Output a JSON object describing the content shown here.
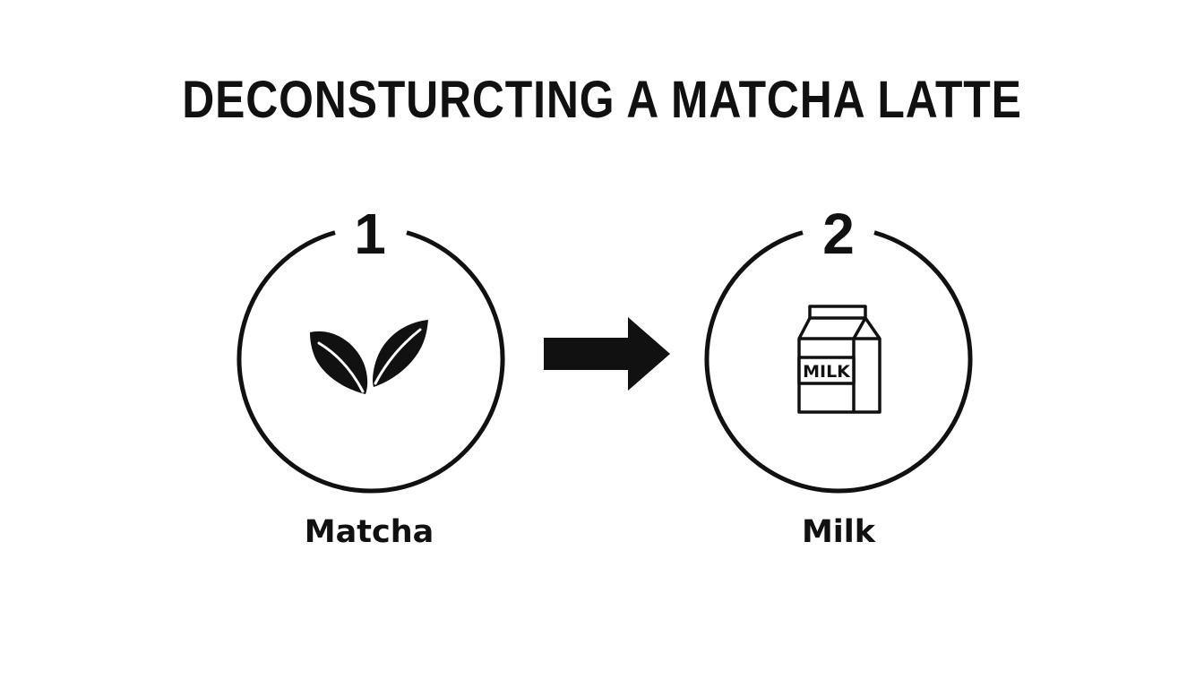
{
  "title": "DECONSTURCTING A MATCHA LATTE",
  "steps": [
    {
      "number": "1",
      "label": "Matcha",
      "icon": "leaf-icon"
    },
    {
      "number": "2",
      "label": "Milk",
      "icon": "milk-carton-icon",
      "icon_text": "MILK"
    }
  ],
  "connector": {
    "icon": "arrow-right-icon"
  },
  "colors": {
    "stroke": "#111111",
    "background": "#ffffff"
  }
}
